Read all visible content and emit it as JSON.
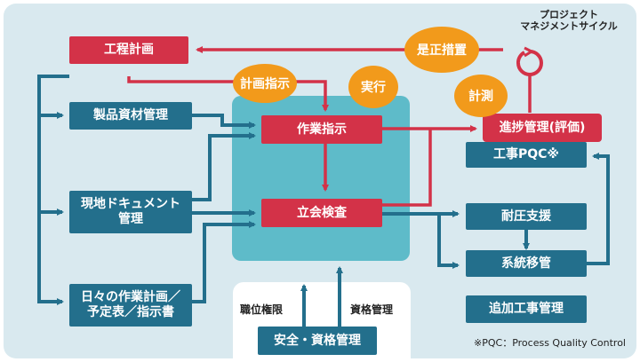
{
  "boxes": {
    "koutei": "工程計画",
    "seihin": "製品資材管理",
    "genchi": "現地ドキュメント\n管理",
    "nichinichi": "日々の作業計画／\n予定表／指示書",
    "sagyou": "作業指示",
    "tachiai": "立会検査",
    "shinchoku": "進捗管理(評価)",
    "pqc": "工事PQC※",
    "taiatsu": "耐圧支援",
    "keitou": "系統移管",
    "tsuika": "追加工事管理",
    "anzen": "安全・資格管理"
  },
  "bubbles": {
    "keikaku_shiji": "計画指示",
    "jikkou": "実行",
    "keisoku": "計測",
    "zesei": "是正措置"
  },
  "labels": {
    "shokui": "職位権限",
    "shikaku": "資格管理",
    "cycle_title_1": "プロジェクト",
    "cycle_title_2": "マネジメントサイクル",
    "footnote": "※PQC：Process Quality Control"
  },
  "colors": {
    "teal": "#236f8c",
    "red": "#d33248",
    "orange": "#f29a1b",
    "center_teal": "#5ebbc9",
    "panel": "#d9e9ef"
  }
}
